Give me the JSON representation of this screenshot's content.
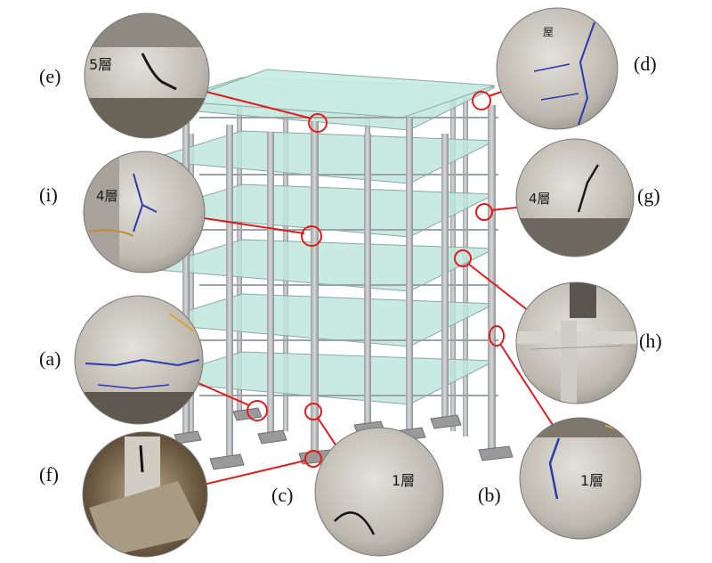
{
  "figure": {
    "panel_labels": {
      "e": "(e)",
      "i": "(i)",
      "a": "(a)",
      "f": "(f)",
      "c": "(c)",
      "b": "(b)",
      "d": "(d)",
      "g": "(g)",
      "h": "(h)"
    },
    "colors": {
      "slab_fill": "#bfe6dc",
      "slab_edge": "#8aa8a4",
      "column": "#b4b6b8",
      "column_shade": "#8d9092",
      "footing": "#9a9a9a",
      "pointer": "#e21b1b",
      "crack_ink": "#2a3bb0",
      "concrete": "#c9c6bf"
    },
    "callouts": [
      "e",
      "d",
      "i",
      "g",
      "a",
      "h",
      "f",
      "c",
      "b"
    ]
  }
}
